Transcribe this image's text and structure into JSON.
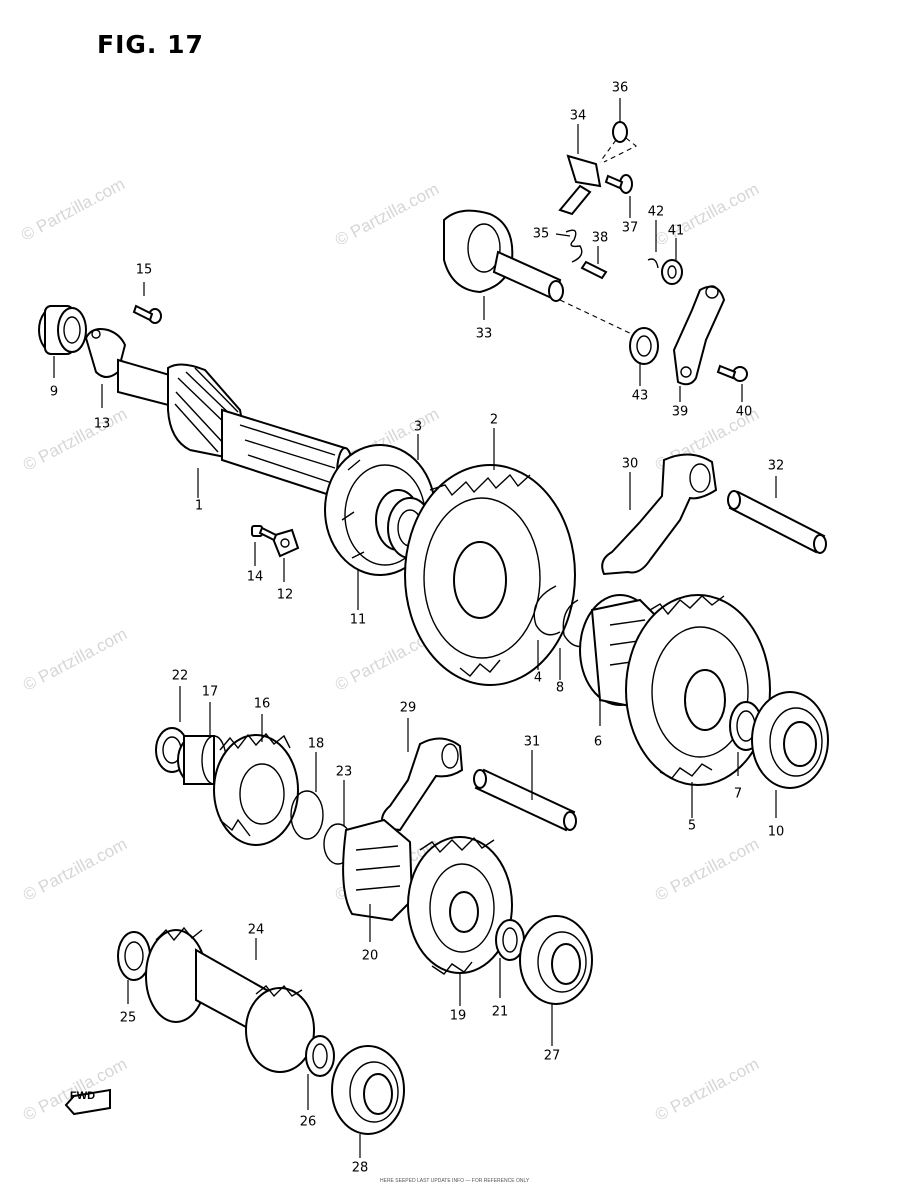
{
  "figure": {
    "title": "FIG. 17"
  },
  "watermark": {
    "text": "© Partzilla.com"
  },
  "callouts": [
    "1",
    "2",
    "3",
    "4",
    "5",
    "6",
    "7",
    "8",
    "9",
    "10",
    "11",
    "12",
    "13",
    "14",
    "15",
    "16",
    "17",
    "18",
    "19",
    "20",
    "21",
    "22",
    "23",
    "24",
    "25",
    "26",
    "27",
    "28",
    "29",
    "30",
    "31",
    "32",
    "33",
    "34",
    "35",
    "36",
    "37",
    "38",
    "39",
    "40",
    "41",
    "42",
    "43"
  ],
  "direction_marker": {
    "text": "FWD"
  },
  "footer": {
    "text": "HERE SEEPED LAST UPDATE INFO — FOR REFERENCE ONLY"
  }
}
